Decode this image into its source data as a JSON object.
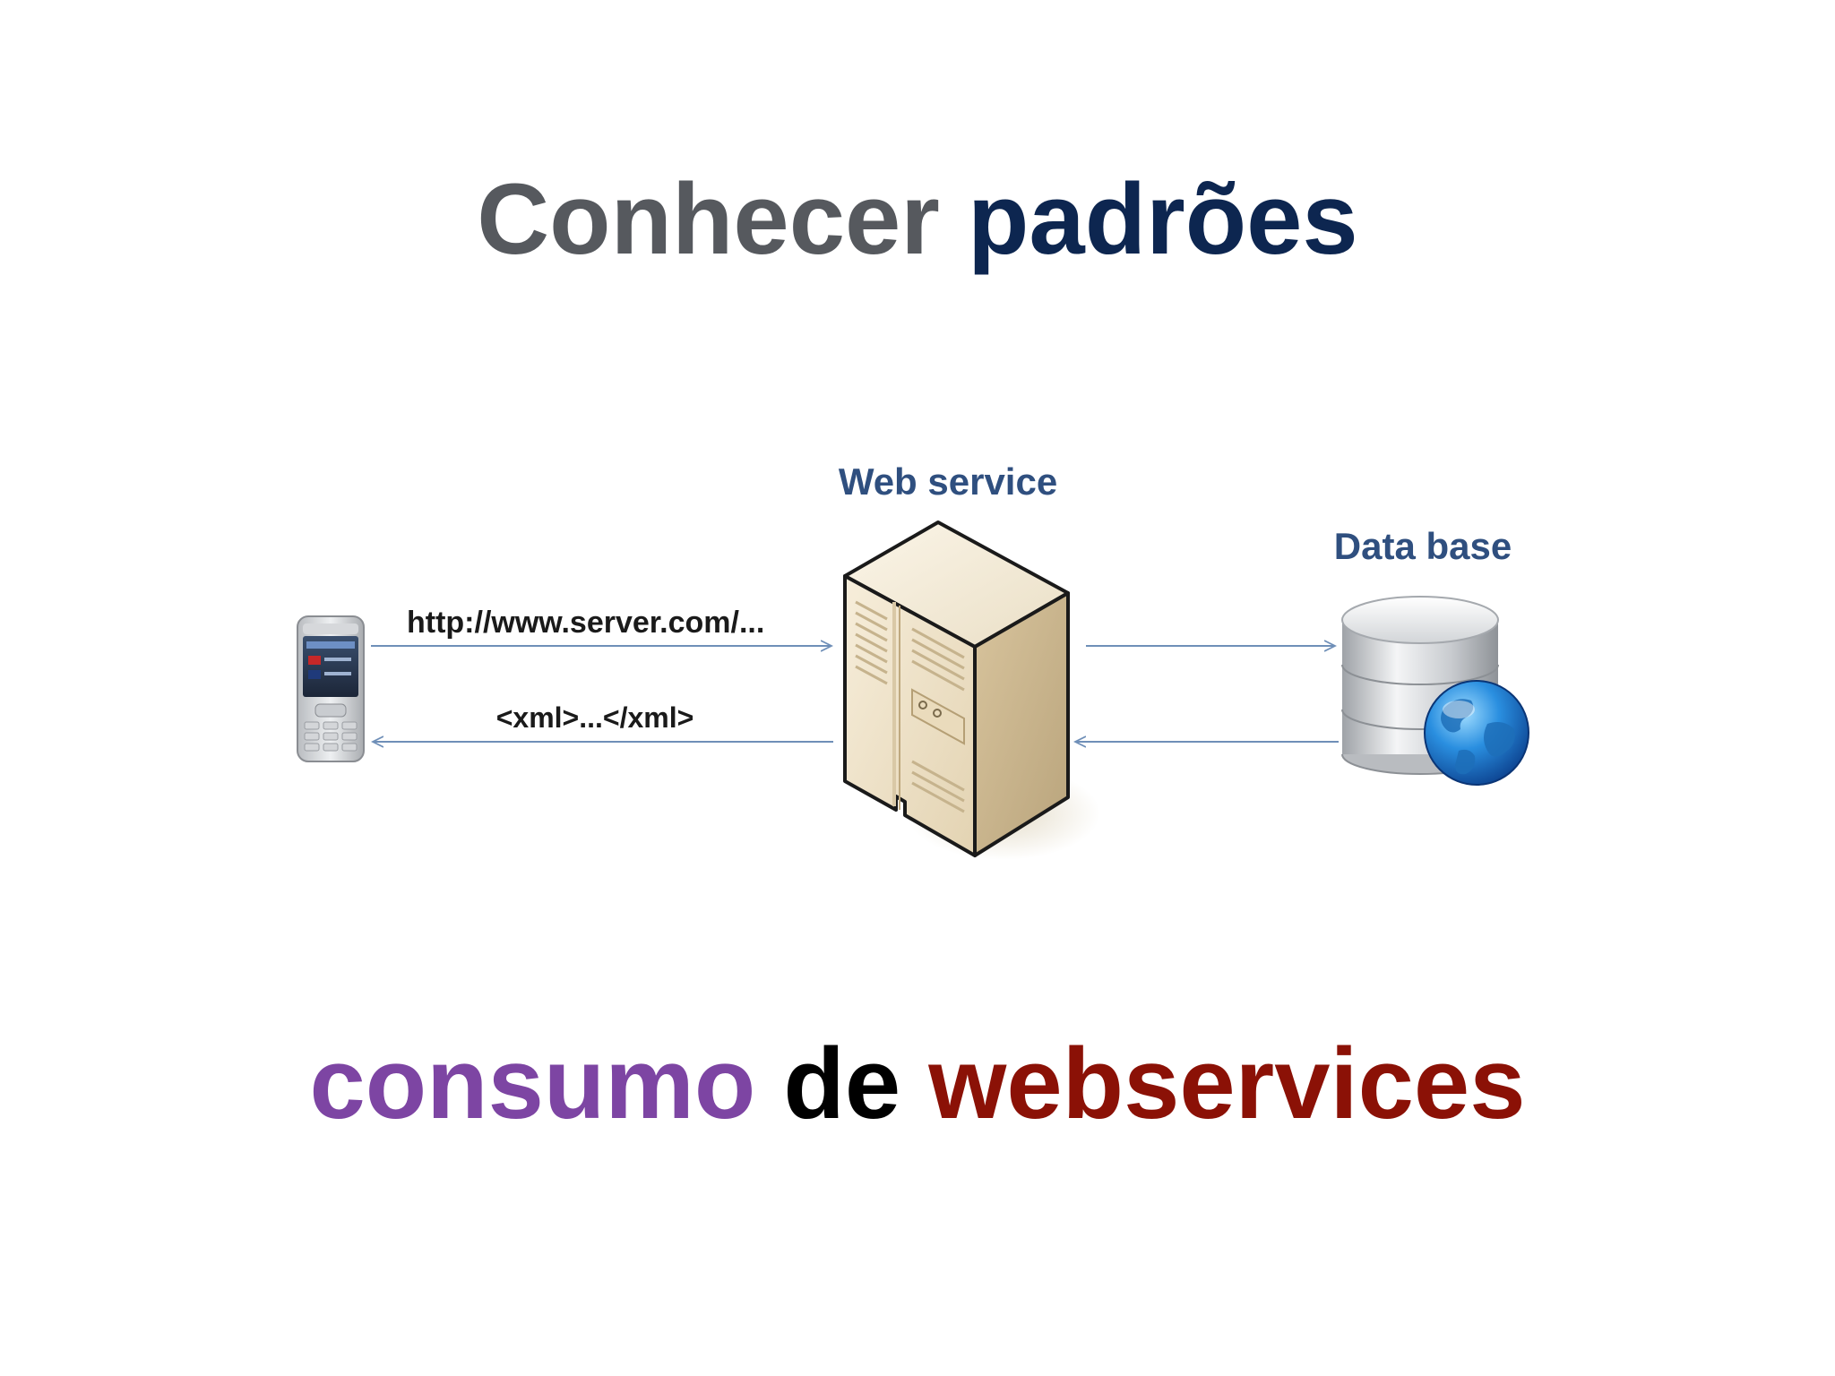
{
  "title": {
    "word1": "Conhecer",
    "word2": "padrões"
  },
  "diagram": {
    "web_service_label": "Web service",
    "database_label": "Data base",
    "request_label": "http://www.server.com/...",
    "response_label": "<xml>...</xml>"
  },
  "footer": {
    "word1": "consumo",
    "word2": "de",
    "word3": "webservices"
  },
  "colors": {
    "title_gray": "#56595e",
    "title_navy": "#0d2650",
    "diagram_label_blue": "#2f4f7f",
    "arrow_blue": "#6f8fb8",
    "footer_purple": "#7d45a3",
    "footer_black": "#000000",
    "footer_red": "#8b1106"
  },
  "icons": [
    "mobile-phone-icon",
    "server-icon",
    "database-icon",
    "globe-icon"
  ]
}
